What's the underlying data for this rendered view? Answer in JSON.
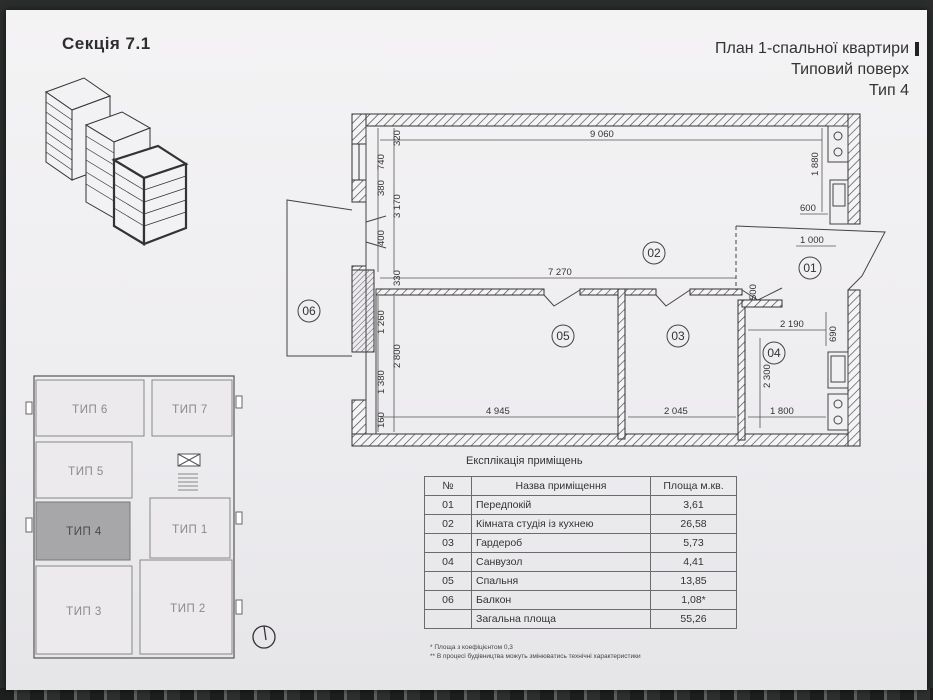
{
  "section_title": "Секція 7.1",
  "plan_title": {
    "line1": "План 1-спальної квартири",
    "line2": "Типовий поверх",
    "line3": "Тип 4"
  },
  "floor_plan": {
    "dimensions": {
      "top_width": "9 060",
      "kitchen_depth": "1 880",
      "kitchen_short": "600",
      "hall_width": "1 000",
      "studio_mid": "7 270",
      "hall_door": "500",
      "wc_width": "2 190",
      "wc_side": "690",
      "wc_height": "2 300",
      "bedroom_width": "4 945",
      "wardrobe_width": "2 045",
      "wc_bottom": "1 800",
      "left_320": "320",
      "left_740": "740",
      "left_380": "380",
      "left_3170": "3 170",
      "left_400": "400",
      "left_330": "330",
      "left_1260": "1 260",
      "left_2800": "2 800",
      "left_1380": "1 380",
      "left_160": "160"
    },
    "room_labels": [
      "01",
      "02",
      "03",
      "04",
      "05",
      "06"
    ]
  },
  "selector": {
    "cells": [
      "ТИП 6",
      "ТИП 7",
      "ТИП 5",
      "ТИП 4",
      "ТИП 1",
      "ТИП 3",
      "ТИП 2"
    ],
    "highlight": "ТИП 4"
  },
  "legend": {
    "title": "Експлікація приміщень",
    "headers": [
      "№",
      "Назва приміщення",
      "Площа м.кв."
    ],
    "rows": [
      [
        "01",
        "Передпокій",
        "3,61"
      ],
      [
        "02",
        "Кімната студія із кухнею",
        "26,58"
      ],
      [
        "03",
        "Гардероб",
        "5,73"
      ],
      [
        "04",
        "Санвузол",
        "4,41"
      ],
      [
        "05",
        "Спальня",
        "13,85"
      ],
      [
        "06",
        "Балкон",
        "1,08*"
      ]
    ],
    "total_label": "Загальна площа",
    "total_value": "55,26"
  },
  "footnotes": [
    "* Площа з коефіцієнтом 0,3",
    "** В процесі будівництва можуть змінюватись технічні характеристики"
  ],
  "colors": {
    "line": "#3a3a3a",
    "highlight_cell": "#a7a7a9",
    "selector_text": "#8a8a8c"
  },
  "icons": [
    "compass-icon",
    "stairs-icon",
    "building-3d-icon"
  ]
}
